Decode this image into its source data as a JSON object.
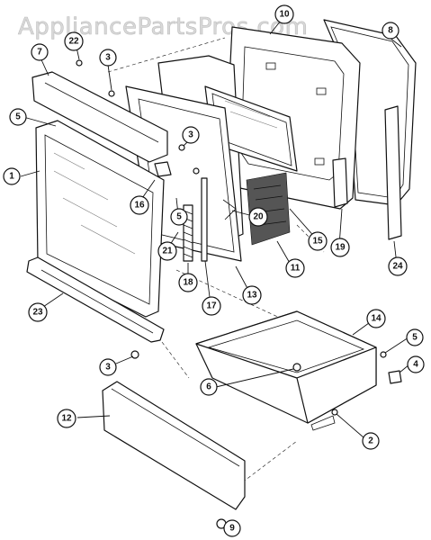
{
  "watermark": "AppliancePartsPros.com",
  "callouts": [
    {
      "label": "1"
    },
    {
      "label": "2"
    },
    {
      "label": "3"
    },
    {
      "label": "3"
    },
    {
      "label": "3"
    },
    {
      "label": "4"
    },
    {
      "label": "5"
    },
    {
      "label": "5"
    },
    {
      "label": "5"
    },
    {
      "label": "6"
    },
    {
      "label": "7"
    },
    {
      "label": "8"
    },
    {
      "label": "9"
    },
    {
      "label": "10"
    },
    {
      "label": "11"
    },
    {
      "label": "12"
    },
    {
      "label": "13"
    },
    {
      "label": "14"
    },
    {
      "label": "15"
    },
    {
      "label": "16"
    },
    {
      "label": "17"
    },
    {
      "label": "18"
    },
    {
      "label": "19"
    },
    {
      "label": "20"
    },
    {
      "label": "21"
    },
    {
      "label": "22"
    },
    {
      "label": "23"
    },
    {
      "label": "24"
    }
  ]
}
